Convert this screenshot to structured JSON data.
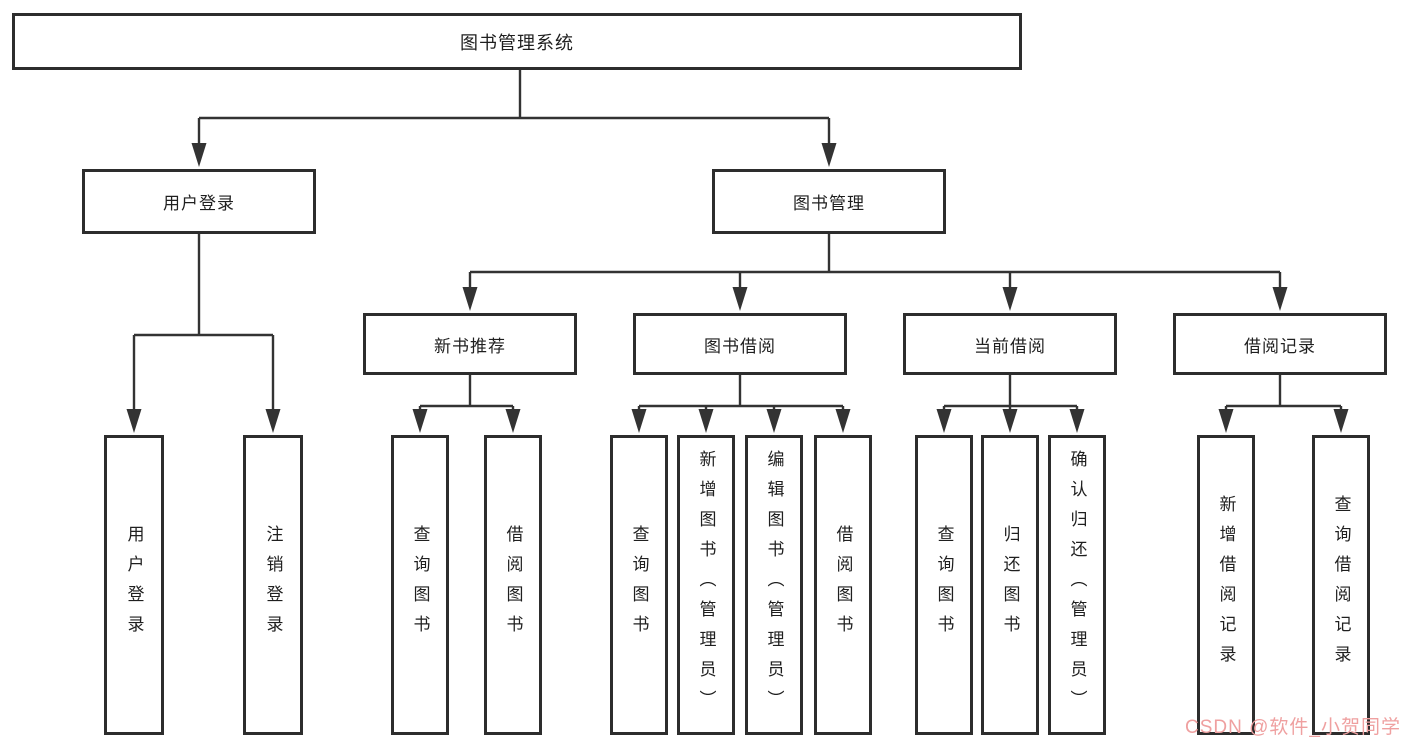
{
  "tree": {
    "label": "图书管理系统",
    "children": [
      {
        "label": "用户登录",
        "children": [
          {
            "label": "用户登录"
          },
          {
            "label": "注销登录"
          }
        ]
      },
      {
        "label": "图书管理",
        "children": [
          {
            "label": "新书推荐",
            "children": [
              {
                "label": "查询图书"
              },
              {
                "label": "借阅图书"
              }
            ]
          },
          {
            "label": "图书借阅",
            "children": [
              {
                "label": "查询图书"
              },
              {
                "label": "新增图书（管理员）"
              },
              {
                "label": "编辑图书（管理员）"
              },
              {
                "label": "借阅图书"
              }
            ]
          },
          {
            "label": "当前借阅",
            "children": [
              {
                "label": "查询图书"
              },
              {
                "label": "归还图书"
              },
              {
                "label": "确认归还（管理员）"
              }
            ]
          },
          {
            "label": "借阅记录",
            "children": [
              {
                "label": "新增借阅记录"
              },
              {
                "label": "查询借阅记录"
              }
            ]
          }
        ]
      }
    ]
  },
  "watermark": {
    "text": "CSDN @软件_小贺同学",
    "color": "#efa0a0"
  },
  "colors": {
    "line": "#333333",
    "box_border": "#2d2d2d",
    "text": "#1f1f1f"
  }
}
